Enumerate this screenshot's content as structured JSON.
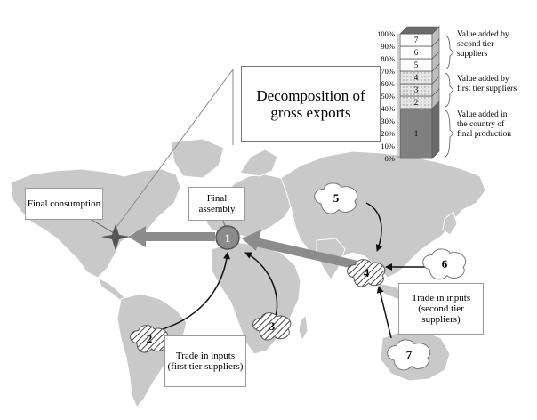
{
  "title": "Decomposition of gross exports",
  "labels": {
    "final_consumption": "Final consumption",
    "final_assembly": "Final assembly",
    "first_tier": "Trade in inputs (first tier suppliers)",
    "second_tier": "Trade in inputs (second tier suppliers)"
  },
  "nodes": [
    {
      "id": "1",
      "label": "1",
      "role": "final assembly"
    },
    {
      "id": "2",
      "label": "2",
      "role": "first tier supplier"
    },
    {
      "id": "3",
      "label": "3",
      "role": "first tier supplier"
    },
    {
      "id": "4",
      "label": "4",
      "role": "first tier supplier"
    },
    {
      "id": "5",
      "label": "5",
      "role": "second tier supplier"
    },
    {
      "id": "6",
      "label": "6",
      "role": "second tier supplier"
    },
    {
      "id": "7",
      "label": "7",
      "role": "second tier supplier"
    }
  ],
  "flows": [
    {
      "from": "1",
      "to": "final consumption"
    },
    {
      "from": "4",
      "to": "1"
    },
    {
      "from": "2",
      "to": "1"
    },
    {
      "from": "3",
      "to": "1"
    },
    {
      "from": "5",
      "to": "4"
    },
    {
      "from": "6",
      "to": "4"
    },
    {
      "from": "7",
      "to": "4"
    }
  ],
  "chart_data": {
    "type": "bar",
    "categories": [
      ""
    ],
    "series": [
      {
        "name": "1",
        "values": [
          40
        ]
      },
      {
        "name": "2",
        "values": [
          10
        ]
      },
      {
        "name": "3",
        "values": [
          10
        ]
      },
      {
        "name": "4",
        "values": [
          10
        ]
      },
      {
        "name": "5",
        "values": [
          10
        ]
      },
      {
        "name": "6",
        "values": [
          10
        ]
      },
      {
        "name": "7",
        "values": [
          10
        ]
      }
    ],
    "stacked": true,
    "ylim": [
      0,
      100
    ],
    "yticks": [
      "0%",
      "10%",
      "20%",
      "30%",
      "40%",
      "50%",
      "60%",
      "70%",
      "80%",
      "90%",
      "100%"
    ],
    "annotations": [
      {
        "text": "Value added in the country of final production",
        "segments": [
          "1"
        ]
      },
      {
        "text": "Value added by first tier suppliers",
        "segments": [
          "2",
          "3",
          "4"
        ]
      },
      {
        "text": "Value added by second tier suppliers",
        "segments": [
          "5",
          "6",
          "7"
        ]
      }
    ],
    "colors": {
      "1": "#808080",
      "2": "#d4d4d4",
      "3": "#d4d4d4",
      "4": "#d4d4d4",
      "5": "#ffffff",
      "6": "#ffffff",
      "7": "#ffffff"
    }
  }
}
